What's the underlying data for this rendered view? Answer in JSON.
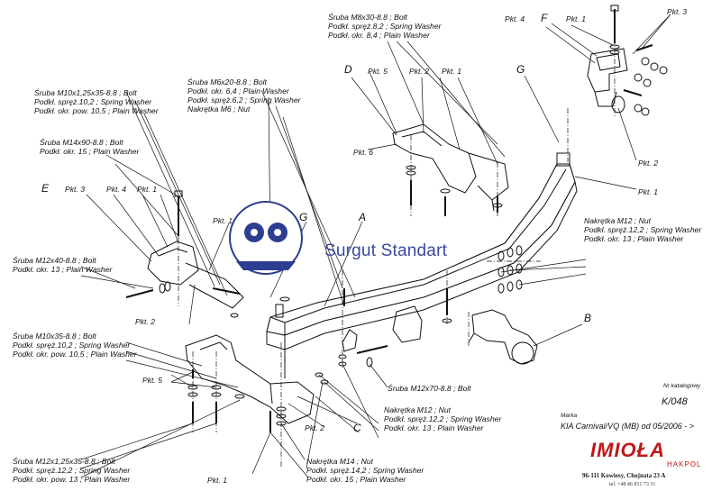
{
  "labels": {
    "bolt_m8x30": [
      "Śruba M8x30-8.8 ; Bolt",
      "Podkł. spręż.8,2 ; Spring Washer",
      "Podkł. okr. 8,4 ; Plain Washer"
    ],
    "bolt_m6x20": [
      "Śruba M6x20-8.8 ; Bolt",
      "Podkł. okr. 6,4 ; Plain Washer",
      "Podkł. spręż.6,2 ; Spring Washer",
      "Nakrętka  M6 ; Nut"
    ],
    "bolt_m10x125x35": [
      "Śruba M10x1,25x35-8.8 ; Bolt",
      "Podkł. spręż.10,2 ; Spring Washer",
      "Podkł. okr. pow. 10,5 ; Plain Washer"
    ],
    "bolt_m14x90": [
      "Śruba M14x90-8.8 ; Bolt",
      "Podkł. okr. 15 ; Plain Washer"
    ],
    "bolt_m12x40": [
      "Śruba M12x40-8.8 ; Bolt",
      "Podkł. okr. 13 ; Plain Washer"
    ],
    "nut_m12_right": [
      "Nakrętka  M12 ; Nut",
      "Podkł. spręż.12,2 ; Spring Washer",
      "Podkł. okr. 13 ; Plain Washer"
    ],
    "bolt_m10x35": [
      "Śruba M10x35-8.8 ;  Bolt",
      "Podkł. spręż.10,2 ; Spring Washer",
      "Podkł. okr. pow. 10,5 ; Plain Washer"
    ],
    "bolt_m12x70": [
      "Śruba M12x70-8.8 ;  Bolt"
    ],
    "nut_m12_bottom": [
      "Nakrętka  M12 ; Nut",
      "Podkł. spręż.12,2 ; Spring Washer",
      "Podkł. okr. 13 ; Plain Washer"
    ],
    "bolt_m12x125x35": [
      "Śruba M12x1,25x35-8.8 ;  Bolt",
      "Podkł. spręż.12,2 ; Spring Washer",
      "Podkł. okr. pow. 13 ; Plain Washer"
    ],
    "nut_m14": [
      "Nakrętka  M14 ; Nut",
      "Podkł. spręż.14,2 ; Spring Washer",
      "Podkł. okr. 15 ; Plain Washer"
    ]
  },
  "letters": {
    "a": "A",
    "b": "B",
    "c": "C",
    "d": "D",
    "e": "E",
    "f": "F",
    "g_top": "G",
    "g_mid": "G"
  },
  "pkt": {
    "p1": "Pkt. 1",
    "p2": "Pkt. 2",
    "p3": "Pkt. 3",
    "p4": "Pkt. 4",
    "p5": "Pkt. 5",
    "p6": "Pkt. 6"
  },
  "watermark": "Surgut Standart",
  "info": {
    "catalog_label": "Nr katalogowy",
    "catalog_no": "K/048",
    "make_label": "Marka",
    "model": "KIA Carnival/VQ (MB)   od 05/2006 - >"
  },
  "brand": {
    "name": "IMIOŁA",
    "sub": "HAKPOL",
    "address": "96-111 Kowiesy, Chojnata 23 A",
    "phone": "tel. +48 46 831 73 31"
  },
  "colors": {
    "brand_red": "#c01818",
    "watermark_blue": "#2d3d8f",
    "ink": "#111111"
  }
}
